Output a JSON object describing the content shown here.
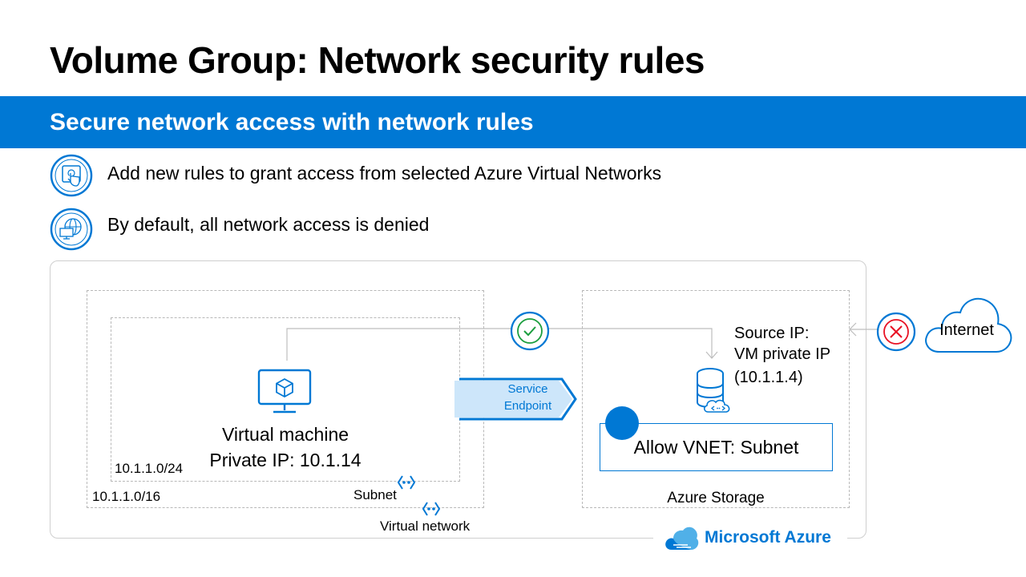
{
  "title": "Volume Group: Network security rules",
  "banner": "Secure network access with network rules",
  "bullets": [
    {
      "icon": "touch-screen-icon",
      "text": "Add new rules to grant access from selected Azure Virtual Networks"
    },
    {
      "icon": "globe-monitor-icon",
      "text": "By default, all network access is denied"
    }
  ],
  "diagram": {
    "vm_title": "Virtual machine",
    "vm_ip": "Private IP: 10.1.14",
    "subnet_cidr": "10.1.1.0/24",
    "vnet_cidr": "10.1.1.0/16",
    "subnet_label": "Subnet",
    "vnet_label": "Virtual network",
    "endpoint_line1": "Service",
    "endpoint_line2": "Endpoint",
    "source_line1": "Source IP:",
    "source_line2": "VM private IP",
    "source_line3": "(10.1.1.4)",
    "rule_label": "Allow VNET: Subnet",
    "storage_label": "Azure Storage",
    "internet_label": "Internet",
    "brand": "Microsoft Azure"
  },
  "colors": {
    "accent": "#0078d4",
    "allow": "#1b9e3e",
    "deny": "#e81123",
    "border": "#cfcfcf"
  }
}
